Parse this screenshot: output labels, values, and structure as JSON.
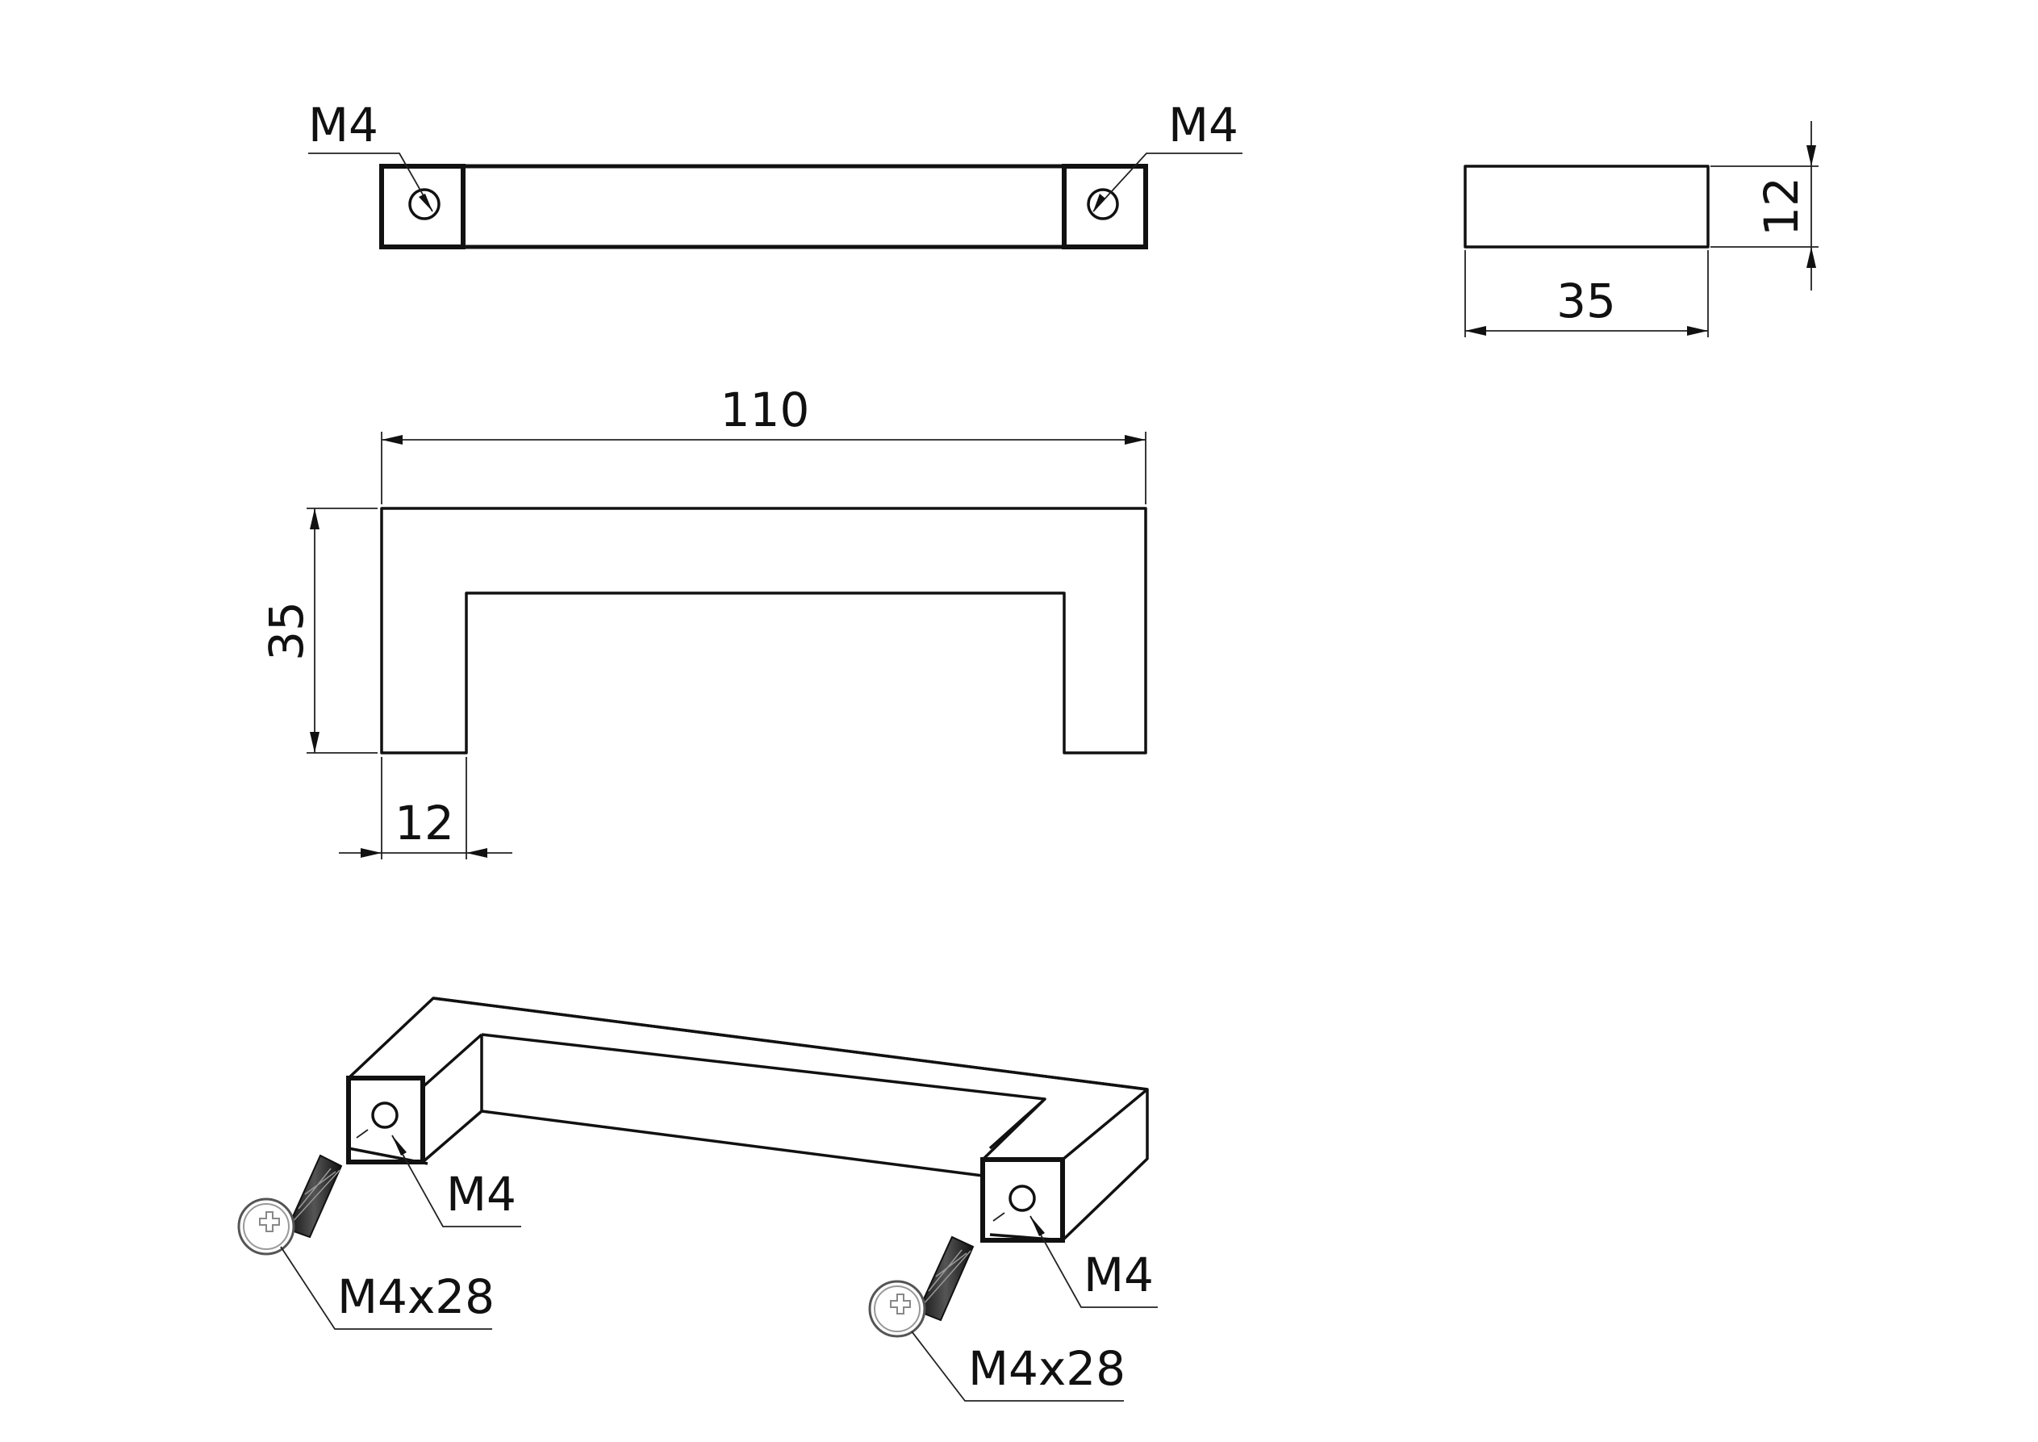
{
  "top_view": {
    "hole_left_label": "M4",
    "hole_right_label": "M4"
  },
  "side_view": {
    "height_label": "12",
    "width_label": "35"
  },
  "front_view": {
    "length_label": "110",
    "height_label": "35",
    "leg_width_label": "12"
  },
  "isometric_view": {
    "hole_left_label": "M4",
    "hole_right_label": "M4",
    "screw_left_label": "M4x28",
    "screw_right_label": "M4x28"
  },
  "colors": {
    "line": "#111111",
    "background": "#ffffff"
  }
}
